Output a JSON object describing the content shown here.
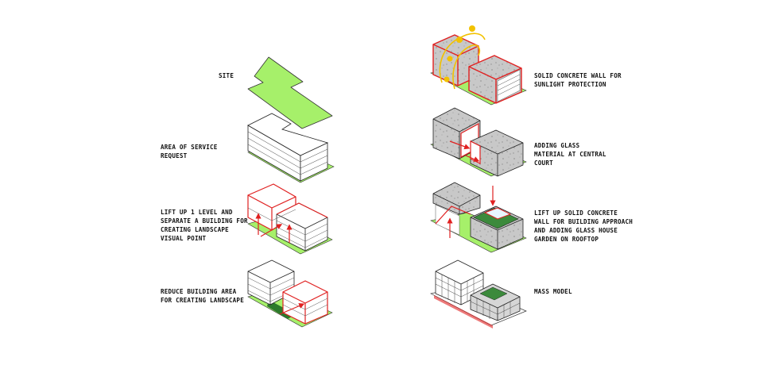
{
  "steps": [
    {
      "id": "site",
      "label": "SITE"
    },
    {
      "id": "service",
      "label": "AREA OF SERVICE\nREQUEST"
    },
    {
      "id": "lift",
      "label": "LIFT UP 1 LEVEL AND\nSEPARATE A BUILDING FOR\nCREATING LANDSCAPE\nVISUAL POINT"
    },
    {
      "id": "reduce",
      "label": "REDUCE BUILDING AREA\nFOR CREATING LANDSCAPE"
    },
    {
      "id": "wall",
      "label": "SOLID CONCRETE WALL FOR\nSUNLIGHT PROTECTION"
    },
    {
      "id": "glass",
      "label": "ADDING GLASS\nMATERIAL AT CENTRAL\nCOURT"
    },
    {
      "id": "liftwall",
      "label": "LIFT UP SOLID CONCRETE\nWALL FOR BUILDING APPROACH\nAND ADDING GLASS HOUSE\nGARDEN ON ROOFTOP"
    },
    {
      "id": "mass",
      "label": "MASS MODEL"
    }
  ],
  "colors": {
    "grass": "#a6f06a",
    "concrete": "#c9c9c9",
    "accent": "#e02020",
    "sun": "#f2c200",
    "outline": "#222222"
  }
}
